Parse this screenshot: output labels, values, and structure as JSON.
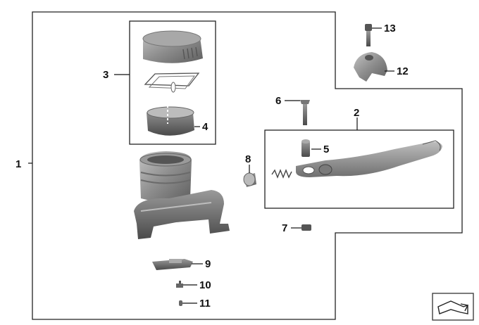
{
  "callouts": [
    {
      "id": "1",
      "text": "1"
    },
    {
      "id": "2",
      "text": "2"
    },
    {
      "id": "3",
      "text": "3"
    },
    {
      "id": "4",
      "text": "4"
    },
    {
      "id": "5",
      "text": "5"
    },
    {
      "id": "6",
      "text": "6"
    },
    {
      "id": "7",
      "text": "7"
    },
    {
      "id": "8",
      "text": "8"
    },
    {
      "id": "9",
      "text": "9"
    },
    {
      "id": "10",
      "text": "10"
    },
    {
      "id": "11",
      "text": "11"
    },
    {
      "id": "12",
      "text": "12"
    },
    {
      "id": "13",
      "text": "13"
    }
  ],
  "parts": {
    "reservoir_cap": "reservoir cap",
    "cap_membrane": "cap membrane",
    "reservoir_ring": "reservoir ring",
    "master_cylinder": "brake master cylinder",
    "brake_lever": "brake lever",
    "bushing": "bushing",
    "pin": "pin",
    "nut": "nut",
    "boot": "dust boot",
    "sensor": "brake light switch",
    "screw": "screw",
    "small_pin": "small pin",
    "clamp": "clamp",
    "clamp_screw": "clamp screw"
  },
  "icons": {
    "nav": "arrow-path-icon"
  }
}
